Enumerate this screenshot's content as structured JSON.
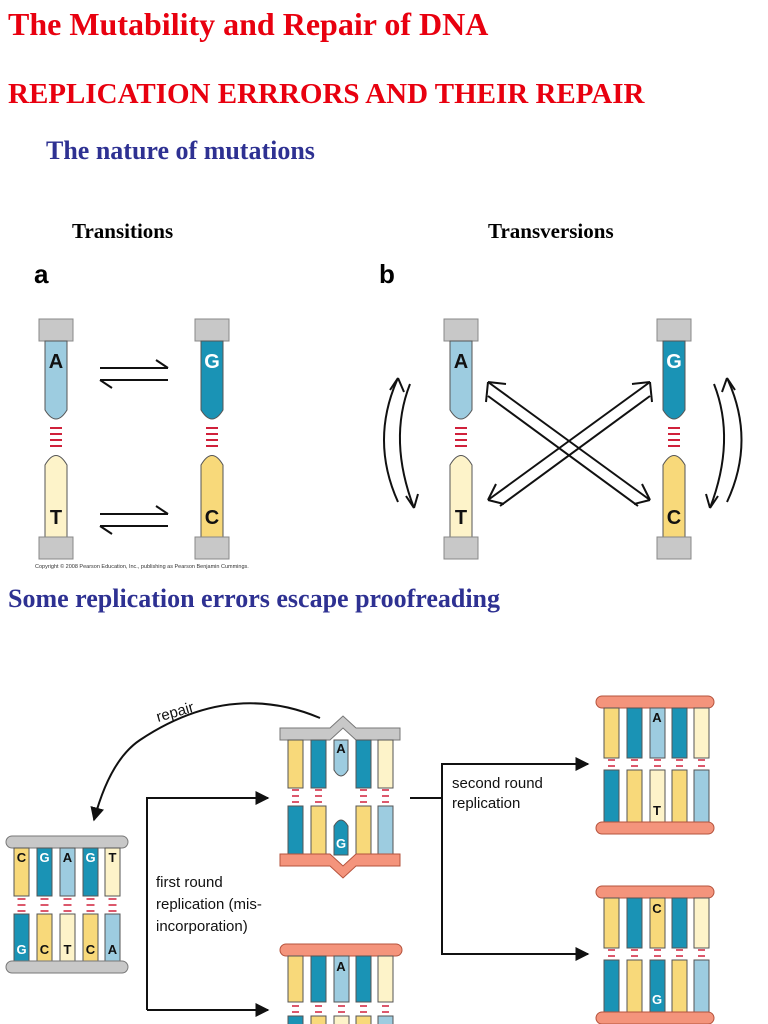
{
  "colors": {
    "title": "#e8000f",
    "heading": "#2e3192",
    "purine_A": "#9dcce0",
    "purine_G": "#1a93b5",
    "pyrimidine_T": "#fdf3c9",
    "pyrimidine_C": "#f8d97a",
    "backbone_gray": "#c8c8c8",
    "backbone_red": "#f4947c",
    "hbond": "#d0213b"
  },
  "title": "The Mutability and Repair of DNA",
  "subtitle": "REPLICATION ERRRORS AND THEIR REPAIR",
  "section1": {
    "heading": "The nature of mutations",
    "transitions_label": "Transitions",
    "transversions_label": "Transversions",
    "panel_a": "a",
    "panel_b": "b",
    "copyright": "Copyright © 2008 Pearson Education, Inc., publishing as Pearson Benjamin Cummings.",
    "bases": {
      "a_left_top": "A",
      "a_left_bottom": "T",
      "a_right_top": "G",
      "a_right_bottom": "C",
      "b_left_top": "A",
      "b_left_bottom": "T",
      "b_right_top": "G",
      "b_right_bottom": "C"
    }
  },
  "section2": {
    "heading": "Some replication errors escape proofreading",
    "repair_label": "repair",
    "first_round_label": [
      "first round",
      "replication (mis-",
      "incorporation)"
    ],
    "second_round_label": [
      "second round",
      "replication"
    ],
    "original_top": [
      "C",
      "G",
      "A",
      "G",
      "T"
    ],
    "original_bottom": [
      "G",
      "C",
      "T",
      "C",
      "A"
    ],
    "mismatch_top": "A",
    "mismatch_bottom": "G",
    "lower_copy_top": "A",
    "result1_top": "A",
    "result1_bottom": "T",
    "result2_top": "C",
    "result2_bottom": "G"
  }
}
